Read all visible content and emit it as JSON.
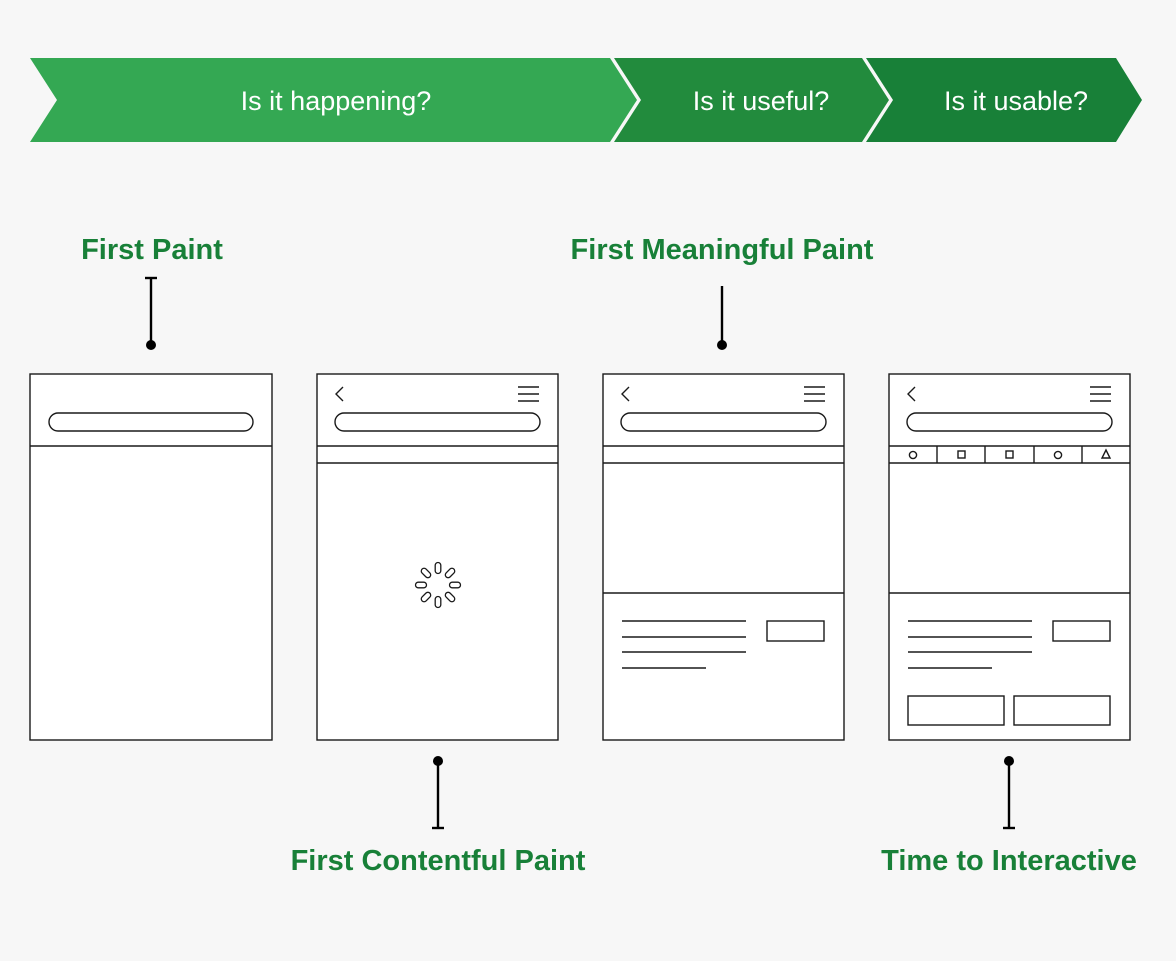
{
  "banner": {
    "stages": [
      {
        "label": "Is it happening?",
        "color": "#34a853"
      },
      {
        "label": "Is it useful?",
        "color": "#228b3d"
      },
      {
        "label": "Is it usable?",
        "color": "#188038"
      }
    ]
  },
  "milestones": [
    {
      "label": "First Paint"
    },
    {
      "label": "First Contentful Paint"
    },
    {
      "label": "First Meaningful Paint"
    },
    {
      "label": "Time to Interactive"
    }
  ],
  "colors": {
    "label_green": "#188038",
    "background": "#f7f7f7",
    "stroke": "#1a1a1a"
  },
  "icons": {
    "back": "chevron-left-icon",
    "menu": "hamburger-menu-icon",
    "loading": "loading-spinner-icon",
    "toolbar": [
      "circle-icon",
      "square-icon",
      "square-icon",
      "circle-icon",
      "triangle-icon"
    ]
  }
}
